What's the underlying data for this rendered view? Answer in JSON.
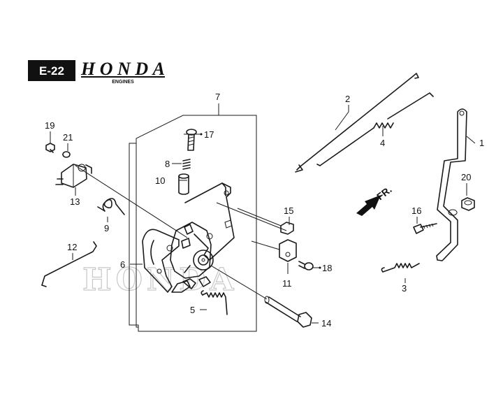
{
  "header": {
    "code": "E-22",
    "brand": "HONDA",
    "brand_sub": "ENGINES"
  },
  "watermark": "HONDA",
  "direction_label": "FR.",
  "callouts": [
    "1",
    "2",
    "3",
    "4",
    "5",
    "6",
    "7",
    "8",
    "9",
    "10",
    "11",
    "12",
    "13",
    "14",
    "15",
    "16",
    "17",
    "18",
    "19",
    "20",
    "21"
  ],
  "colors": {
    "ink": "#1a1a1a",
    "badge": "#111111",
    "watermark": "#c8c8c8"
  }
}
